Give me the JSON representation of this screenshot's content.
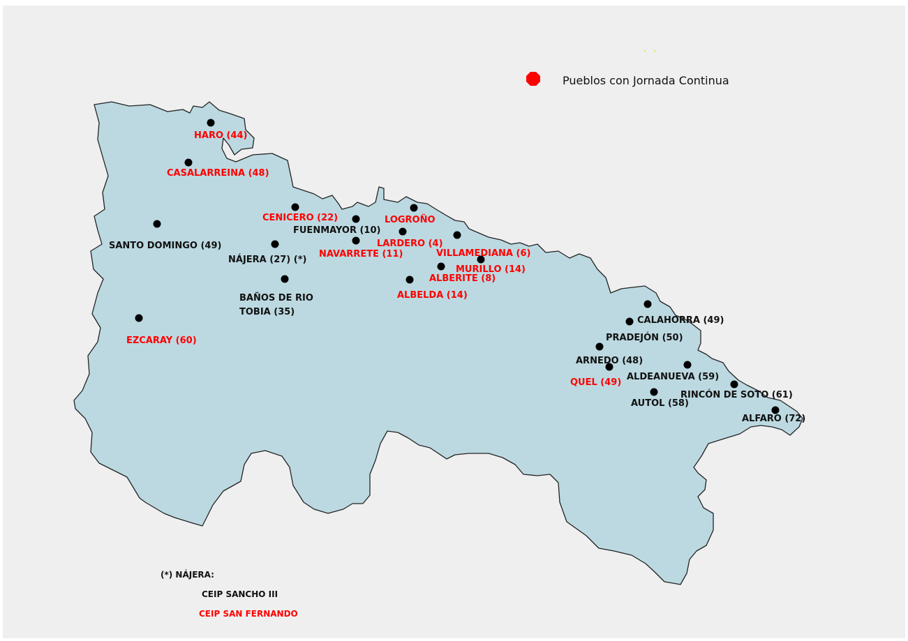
{
  "colors": {
    "background": "#efefef",
    "region_fill": "#bcd9e1",
    "region_stroke": "#222222",
    "marker": "#000000",
    "continuous": "#ff0000",
    "regular": "#111111"
  },
  "legend": {
    "marker_icon": "red-octagon-icon",
    "label": "Pueblos con Jornada Continua"
  },
  "towns": [
    {
      "id": "haro",
      "label": "HARO (44)",
      "status": "continuous"
    },
    {
      "id": "casalarreina",
      "label": "CASALARREINA (48)",
      "status": "continuous"
    },
    {
      "id": "santo-domingo",
      "label": "SANTO DOMINGO (49)",
      "status": "regular"
    },
    {
      "id": "cenicero",
      "label": "CENICERO (22)",
      "status": "continuous"
    },
    {
      "id": "fuenmayor",
      "label": "FUENMAYOR (10)",
      "status": "regular"
    },
    {
      "id": "logrono",
      "label": "LOGROÑO",
      "status": "continuous"
    },
    {
      "id": "lardero",
      "label": "LARDERO (4)",
      "status": "continuous"
    },
    {
      "id": "najera",
      "label": "NÁJERA (27) (*)",
      "status": "regular"
    },
    {
      "id": "navarrete",
      "label": "NAVARRETE (11)",
      "status": "continuous"
    },
    {
      "id": "villamediana",
      "label": "VILLAMEDIANA (6)",
      "status": "continuous"
    },
    {
      "id": "murillo",
      "label": "MURILLO (14)",
      "status": "continuous"
    },
    {
      "id": "alberite",
      "label": "ALBERITE (8)",
      "status": "continuous"
    },
    {
      "id": "banos",
      "label": "BAÑOS DE RIO",
      "label2": "TOBIA (35)",
      "status": "regular"
    },
    {
      "id": "albelda",
      "label": "ALBELDA (14)",
      "status": "continuous"
    },
    {
      "id": "ezcaray",
      "label": "EZCARAY (60)",
      "status": "continuous"
    },
    {
      "id": "calahorra",
      "label": "CALAHORRA (49)",
      "status": "regular"
    },
    {
      "id": "pradejon",
      "label": "PRADEJÓN (50)",
      "status": "regular"
    },
    {
      "id": "arnedo",
      "label": "ARNEDO (48)",
      "status": "regular"
    },
    {
      "id": "quel",
      "label": "QUEL (49)",
      "status": "continuous"
    },
    {
      "id": "aldeanueva",
      "label": "ALDEANUEVA (59)",
      "status": "regular"
    },
    {
      "id": "rincon",
      "label": "RINCÓN DE SOTO (61)",
      "status": "regular"
    },
    {
      "id": "autol",
      "label": "AUTOL (58)",
      "status": "regular"
    },
    {
      "id": "alfaro",
      "label": "ALFARO (72)",
      "status": "regular"
    }
  ],
  "note": {
    "heading": "(*) NÁJERA:",
    "school_regular": "CEIP SANCHO III",
    "school_continuous": "CEIP SAN FERNANDO"
  }
}
